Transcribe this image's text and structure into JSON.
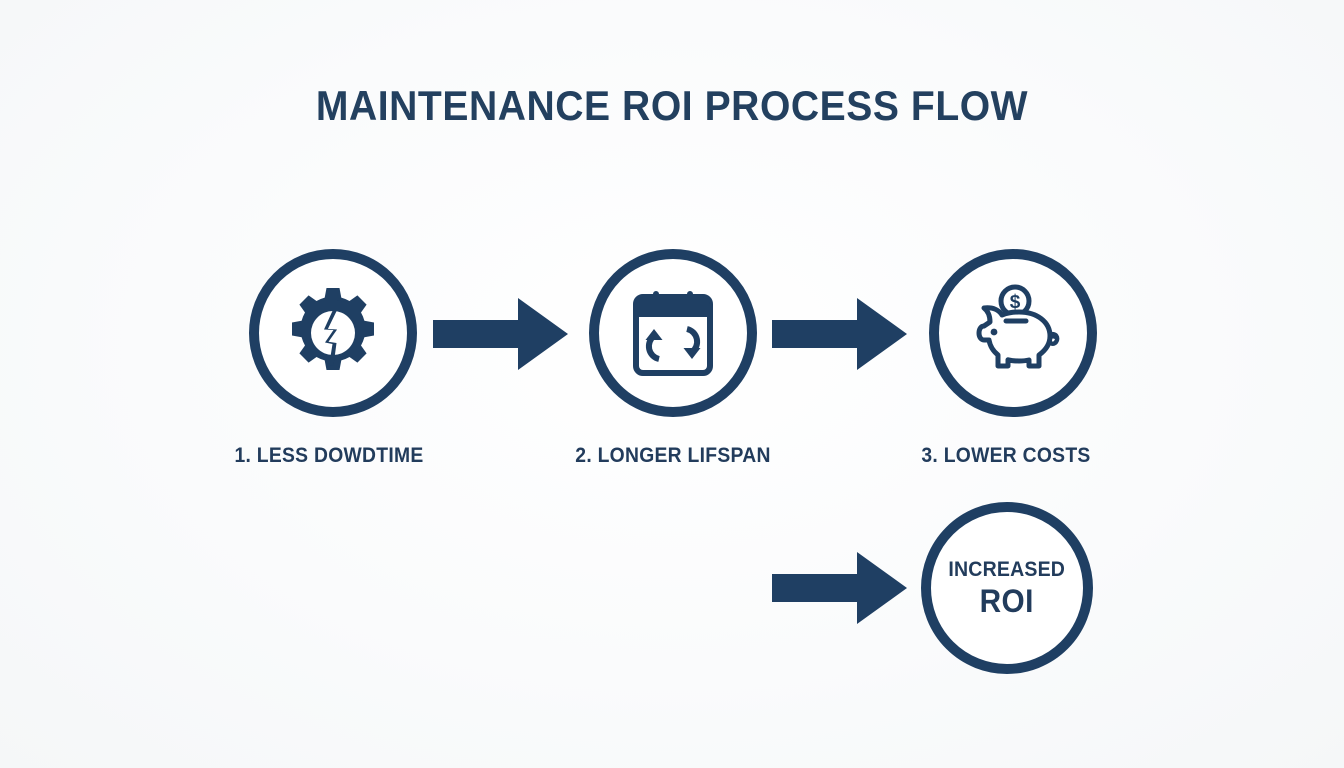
{
  "meta": {
    "accent_color": "#1f3f63",
    "text_color": "#223c5c",
    "background_color": "#fafbfc"
  },
  "title": "MAINTENANCE ROI PROCESS FLOW",
  "steps": [
    {
      "icon": "broken-gear-icon",
      "caption": "1. LESS DOWDTIME"
    },
    {
      "icon": "calendar-refresh-icon",
      "caption": "2. LONGER LIFSPAN"
    },
    {
      "icon": "piggy-bank-icon",
      "caption": "3. LOWER COSTS"
    }
  ],
  "outcome": {
    "line1": "INCREASED",
    "line2": "ROI"
  },
  "connectors": [
    {
      "name": "arrow-step1-to-step2",
      "direction": "right"
    },
    {
      "name": "arrow-step2-to-step3",
      "direction": "right"
    },
    {
      "name": "arrow-step3-to-outcome",
      "direction": "right"
    }
  ]
}
